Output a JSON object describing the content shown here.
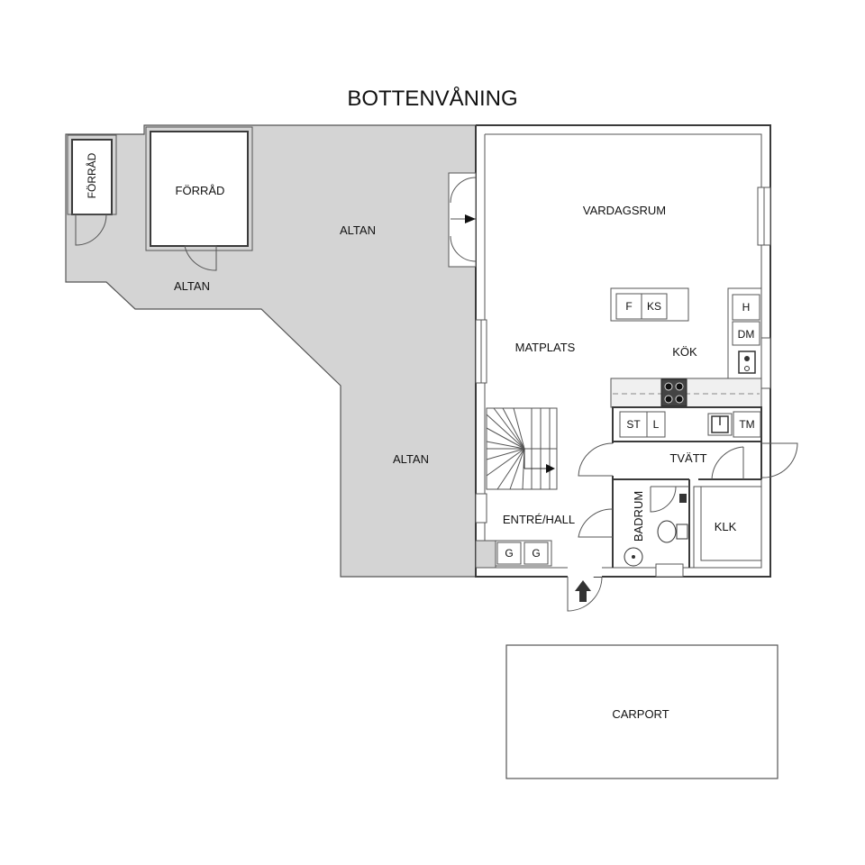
{
  "title": "BOTTENVÅNING",
  "rooms": {
    "forrad_small": "FÖRRÅD",
    "forrad": "FÖRRÅD",
    "altan_top": "ALTAN",
    "altan_left": "ALTAN",
    "altan_bottom": "ALTAN",
    "vardagsrum": "VARDAGSRUM",
    "matplats": "MATPLATS",
    "kok": "KÖK",
    "tvatt": "TVÄTT",
    "entre_hall": "ENTRÉ/HALL",
    "badrum": "BADRUM",
    "klk": "KLK",
    "carport": "CARPORT"
  },
  "fixtures": {
    "f": "F",
    "ks": "KS",
    "h": "H",
    "dm": "DM",
    "st": "ST",
    "l": "L",
    "tm": "TM",
    "g1": "G",
    "g2": "G"
  },
  "colors": {
    "deck": "#d4d4d4",
    "wall": "#3a3a3a",
    "floor": "#ffffff",
    "counter": "#f0f0f0"
  }
}
